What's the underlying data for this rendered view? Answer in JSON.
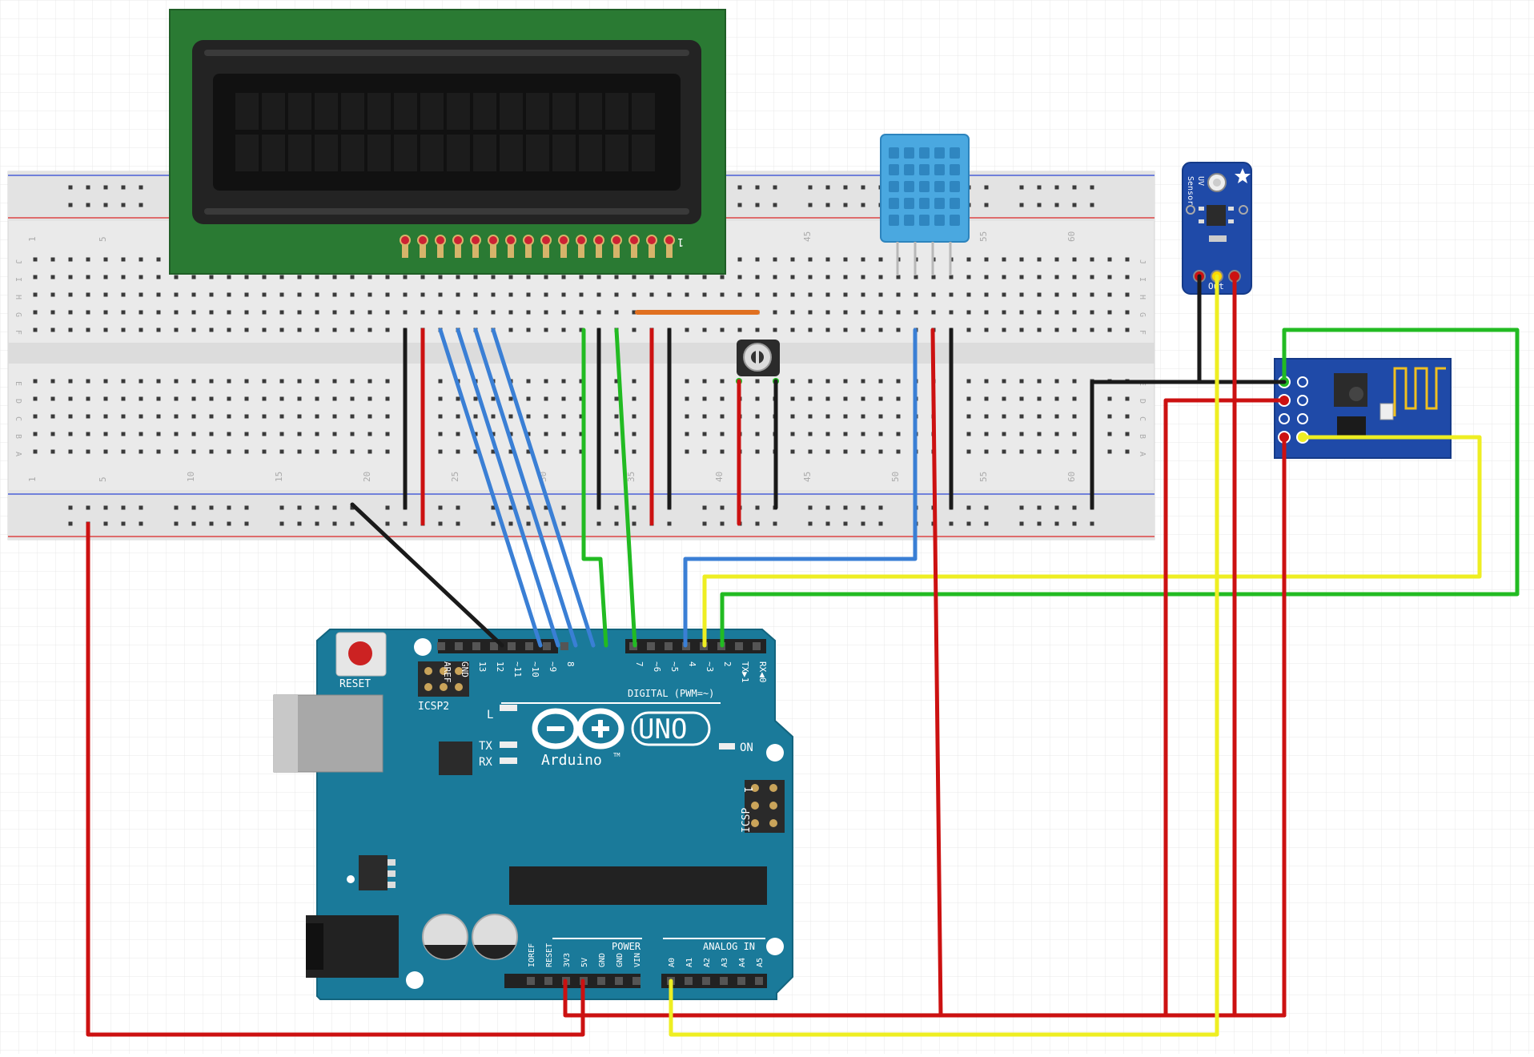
{
  "colors": {
    "grid": "#e6e6e6",
    "breadboard": "#eaeaea",
    "board_blue": "#1a7a9a",
    "lcd_green": "#2a7a33",
    "wire_red": "#cc1111",
    "wire_black": "#1a1a1a",
    "wire_blue": "#3a7fd5",
    "wire_green": "#22bb22",
    "wire_yellow": "#eeee22",
    "wire_orange": "#e07020",
    "dht_blue": "#4aa8e0",
    "esp_blue": "#1f4aa8",
    "uv_blue": "#1f4aa8"
  },
  "breadboard": {
    "row_letters_top": [
      "J",
      "I",
      "H",
      "G",
      "F"
    ],
    "row_letters_bottom": [
      "E",
      "D",
      "C",
      "B",
      "A"
    ],
    "column_numbers": [
      "1",
      "5",
      "10",
      "15",
      "20",
      "25",
      "30",
      "35",
      "40",
      "45",
      "50",
      "55",
      "60"
    ]
  },
  "arduino": {
    "reset_label": "RESET",
    "icsp2_label": "ICSP2",
    "icsp_label": "ICSP",
    "icsp_pin1": "1",
    "digital_pins": [
      "AREF",
      "GND",
      "13",
      "12",
      "~11",
      "~10",
      "~9",
      "8",
      "7",
      "~6",
      "~5",
      "4",
      "~3",
      "2",
      "TX▶1",
      "RX◀0"
    ],
    "digital_label": "DIGITAL (PWM=~)",
    "led_l": "L",
    "led_tx": "TX",
    "led_rx": "RX",
    "on_label": "ON",
    "brand": "Arduino",
    "trademark": "TM",
    "model": "UNO",
    "power_pins": [
      "IOREF",
      "RESET",
      "3V3",
      "5V",
      "GND",
      "GND",
      "VIN"
    ],
    "power_label": "POWER",
    "analog_pins": [
      "A0",
      "A1",
      "A2",
      "A3",
      "A4",
      "A5"
    ],
    "analog_label": "ANALOG IN"
  },
  "uv_sensor": {
    "label_line1": "UV",
    "label_line2": "Sensor",
    "out_label": "Out"
  },
  "lcd": {
    "pin_number": "1"
  }
}
